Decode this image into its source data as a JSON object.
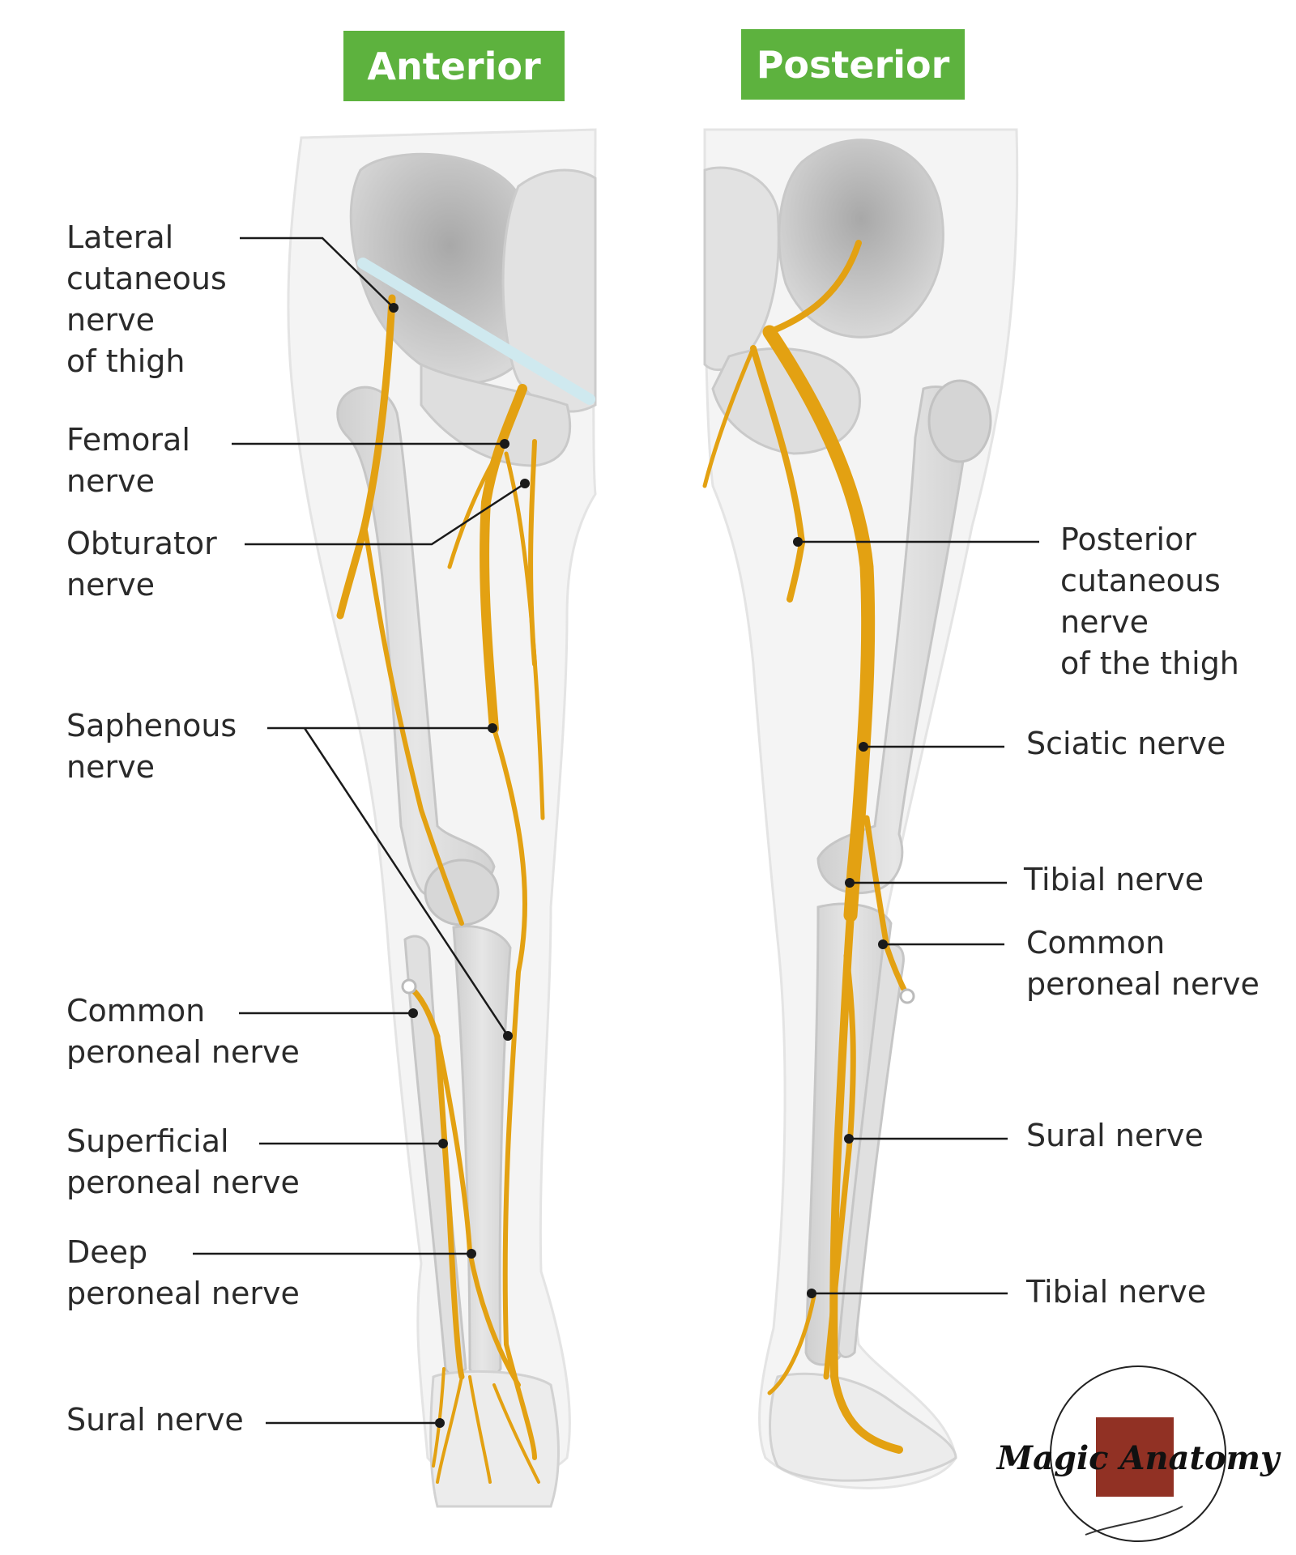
{
  "views": {
    "anterior": "Anterior",
    "posterior": "Posterior"
  },
  "labels": {
    "anterior": {
      "lateral_cutaneous": "Lateral\ncutaneous\nnerve\nof thigh",
      "femoral": "Femoral\nnerve",
      "obturator": "Obturator\nnerve",
      "saphenous": "Saphenous\nnerve",
      "common_peroneal": "Common\nperoneal nerve",
      "superficial_peroneal": "Superficial\nperoneal nerve",
      "deep_peroneal": "Deep\nperoneal nerve",
      "sural": "Sural nerve"
    },
    "posterior": {
      "posterior_cutaneous": "Posterior\ncutaneous\nnerve\nof the thigh",
      "sciatic": "Sciatic nerve",
      "tibial_upper": "Tibial nerve",
      "common_peroneal": "Common\nperoneal nerve",
      "sural": "Sural nerve",
      "tibial_lower": "Tibial nerve"
    }
  },
  "logo": {
    "text": "Magic Anatomy"
  },
  "colors": {
    "nerve": "#e3a112",
    "nerve_dark": "#c98a07",
    "bone": "#dcdcdc",
    "bone_shade": "#c4c4c4",
    "skin": "#f3f3f3",
    "skin_outline": "#e2e2e2",
    "ligament": "#cfe9ef",
    "leader": "#1a1a1a",
    "tab_green": "#5db23e"
  }
}
